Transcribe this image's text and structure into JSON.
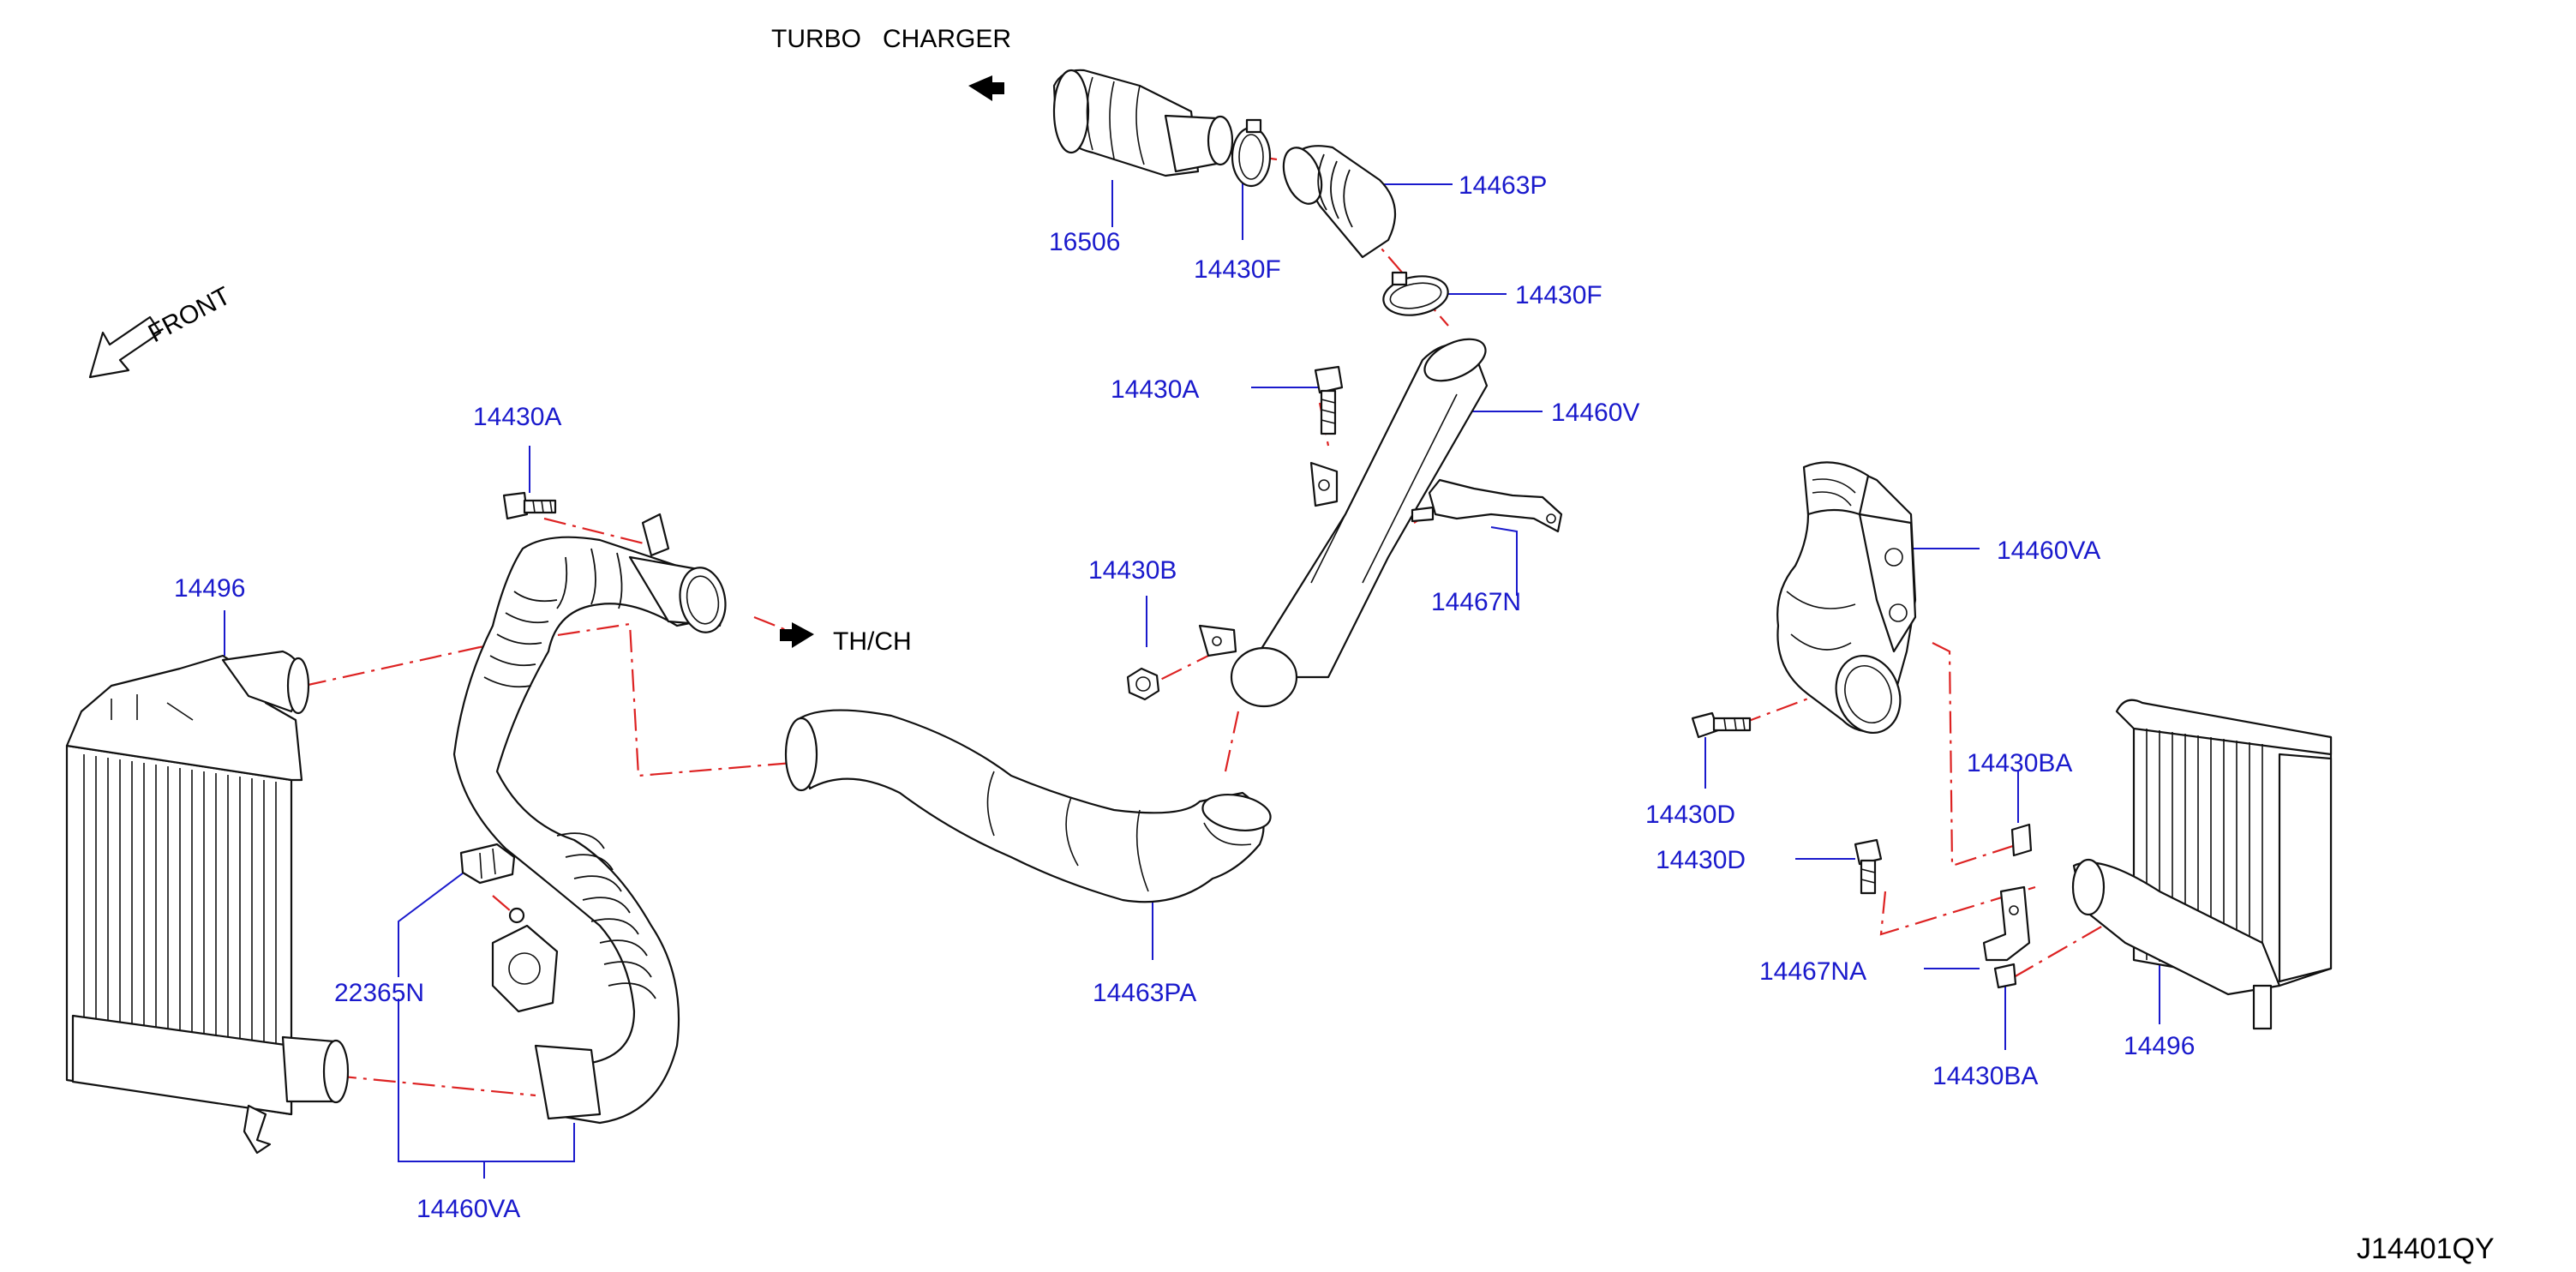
{
  "notes": {
    "turbo_charger": "TURBO   CHARGER",
    "front": "FRONT",
    "throttle": "TH/CH"
  },
  "diagram_id": "J14401QY",
  "part_labels": {
    "p16506": "16506",
    "p14430F_a": "14430F",
    "p14463P": "14463P",
    "p14430F_b": "14430F",
    "p14430A_mid": "14430A",
    "p14460V": "14460V",
    "p14430A_left": "14430A",
    "p14496_left": "14496",
    "p14430B": "14430B",
    "p14467N": "14467N",
    "p14460VA_right": "14460VA",
    "p14430D_a": "14430D",
    "p14430BA_a": "14430BA",
    "p14430D_b": "14430D",
    "p14467NA": "14467NA",
    "p14496_right": "14496",
    "p14430BA_b": "14430BA",
    "p22365N": "22365N",
    "p14463PA": "14463PA",
    "p14460VA_left": "14460VA"
  },
  "colors": {
    "label": "#1a1acc",
    "centerline": "#dd2222",
    "outline": "#111111"
  }
}
